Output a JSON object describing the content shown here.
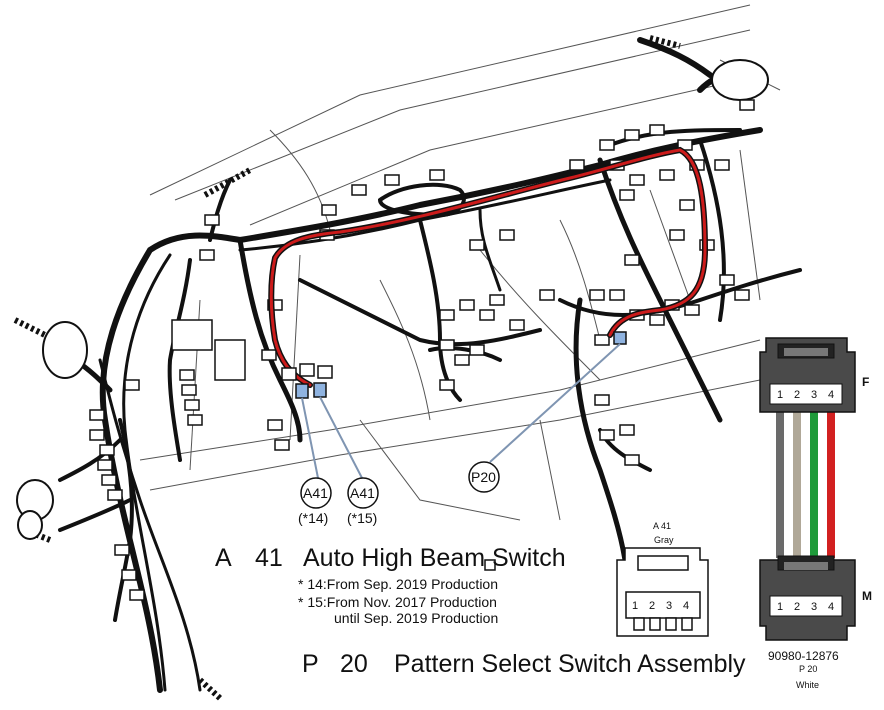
{
  "callouts": {
    "a41_left": {
      "code": "A41",
      "note": "(*14)"
    },
    "a41_right": {
      "code": "A41",
      "note": "(*15)"
    },
    "p20": {
      "code": "P20"
    }
  },
  "legend": {
    "a41": {
      "letter": "A",
      "number": "41",
      "name": "Auto High Beam Switch"
    },
    "note_14": "* 14:From Sep. 2019 Production",
    "note_15_line1": "* 15:From Nov. 2017 Production",
    "note_15_line2": "until Sep. 2019 Production",
    "p20": {
      "letter": "P",
      "number": "20",
      "name": "Pattern Select Switch Assembly"
    }
  },
  "connector_a41": {
    "id": "A 41",
    "color": "Gray",
    "pins": [
      "1",
      "2",
      "3",
      "4"
    ]
  },
  "connector_p20": {
    "side_f": "F",
    "side_m": "M",
    "pins_f": [
      "1",
      "2",
      "3",
      "4"
    ],
    "pins_m": [
      "1",
      "2",
      "3",
      "4"
    ],
    "part_number": "90980-12876",
    "id": "P 20",
    "color": "White",
    "wire_colors": [
      "#6a6a6a",
      "#b0a898",
      "#1f9a3a",
      "#d22020"
    ]
  },
  "colors": {
    "harness": "#111111",
    "highlight_wire": "#cc1b1b",
    "connector_blue": "#8fb3e0",
    "leader": "#7f95b2"
  }
}
